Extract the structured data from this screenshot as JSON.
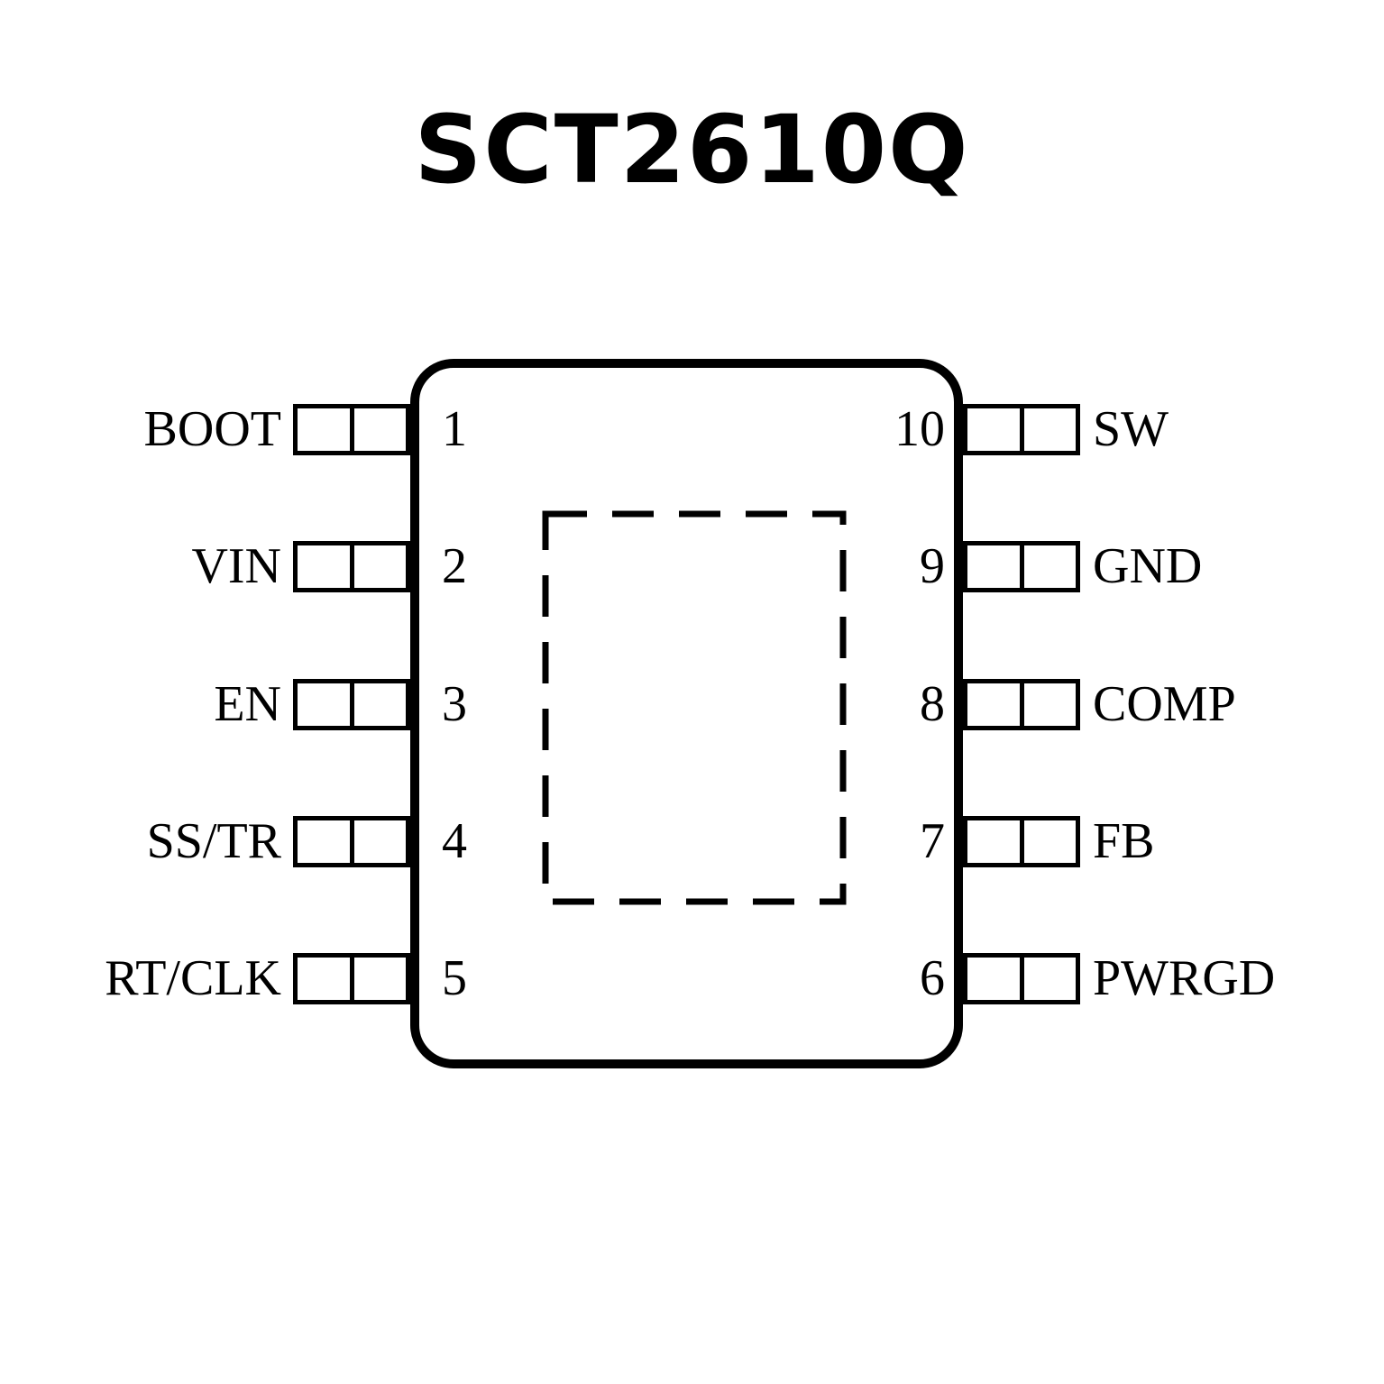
{
  "title": "SCT2610Q",
  "diagram_type": "ic-pinout",
  "colors": {
    "line": "#000000",
    "background": "#ffffff"
  },
  "pins": {
    "left": [
      {
        "number": "1",
        "label": "BOOT"
      },
      {
        "number": "2",
        "label": "VIN"
      },
      {
        "number": "3",
        "label": "EN"
      },
      {
        "number": "4",
        "label": "SS/TR"
      },
      {
        "number": "5",
        "label": "RT/CLK"
      }
    ],
    "right": [
      {
        "number": "10",
        "label": "SW"
      },
      {
        "number": "9",
        "label": "GND"
      },
      {
        "number": "8",
        "label": "COMP"
      },
      {
        "number": "7",
        "label": "FB"
      },
      {
        "number": "6",
        "label": "PWRGD"
      }
    ]
  }
}
